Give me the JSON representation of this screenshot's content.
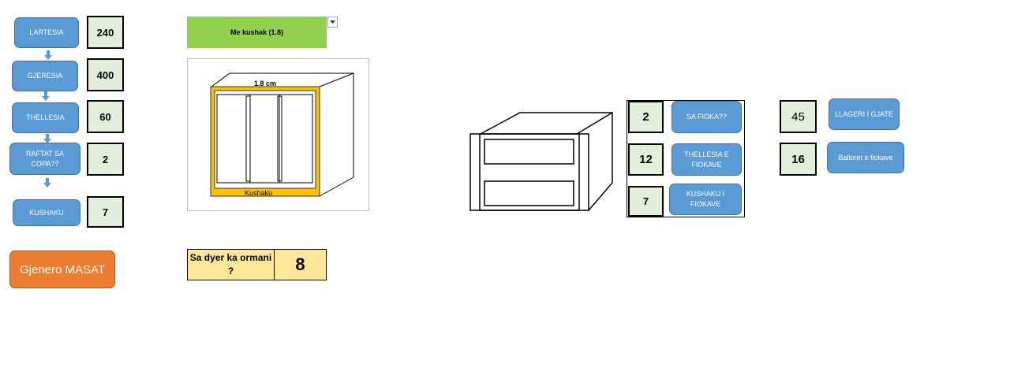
{
  "left_panel": {
    "rows": [
      {
        "label": "LARTESIA",
        "value": "240"
      },
      {
        "label": "GJERESIA",
        "value": "400"
      },
      {
        "label": "THELLESIA",
        "value": "60"
      },
      {
        "label": "RAFTAT SA COPA??",
        "value": "2"
      },
      {
        "label": "KUSHAKU",
        "value": "7"
      }
    ],
    "generate_label": "Gjenero MASAT"
  },
  "dropdown": {
    "selected": "Me kushak (1.8)"
  },
  "cabinet_diagram": {
    "top_label": "1.8 cm",
    "bottom_label": "Kushaku"
  },
  "doors": {
    "question": "Sa dyer ka ormani ?",
    "value": "8"
  },
  "drawers_panel": {
    "rows": [
      {
        "value": "2",
        "label": "SA FIOKA??"
      },
      {
        "value": "12",
        "label": "THELLESIA  E FIOKAVE"
      },
      {
        "value": "7",
        "label": "KUSHAKU I FIOKAVE"
      }
    ]
  },
  "right_panel": {
    "rows": [
      {
        "value": "45",
        "label": "LLAGERI I GJATE"
      },
      {
        "value": "16",
        "label": "Balloret e fiokave"
      }
    ]
  },
  "colors": {
    "button_blue": "#5b9bd5",
    "value_fill": "#e2efda",
    "dropdown_green": "#92d050",
    "generate_orange": "#ed7d31",
    "doors_fill": "#ffe699",
    "kushak_yellow": "#ffc000"
  }
}
